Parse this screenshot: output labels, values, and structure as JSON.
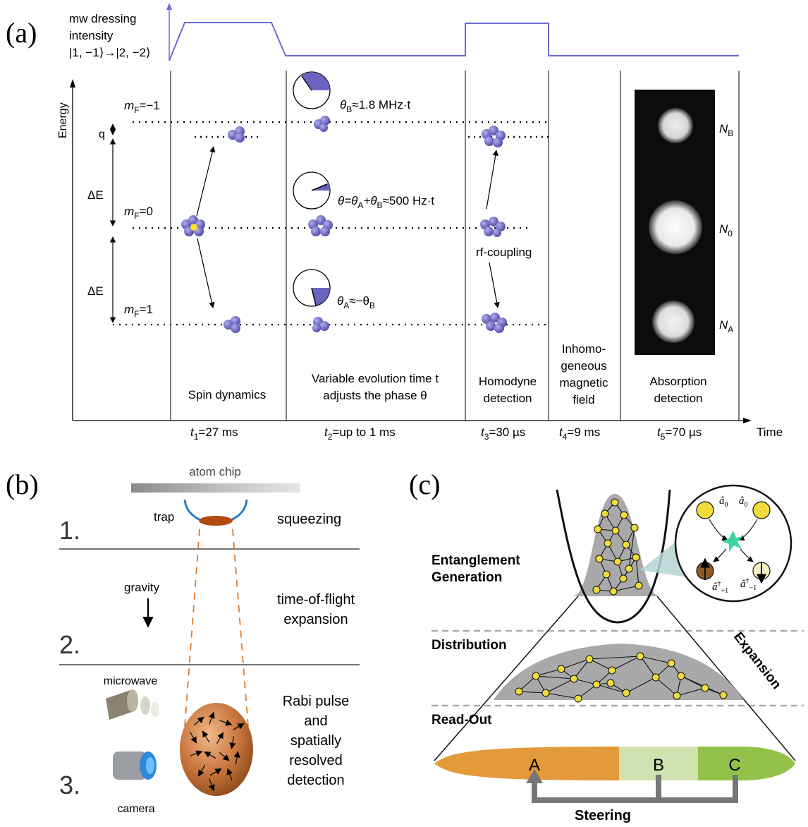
{
  "panel_a": {
    "label": "(a)",
    "mw_label": [
      "mw dressing",
      "intensity",
      "|1, −1⟩→|2, −2⟩"
    ],
    "energy_axis": "Energy",
    "time_axis": "Time",
    "levels": {
      "m_minus1": "m",
      "m_minus1_sub": "F",
      "m_minus1_tail": "=−1",
      "m_zero_tail": "=0",
      "m_plus1_tail": "=1"
    },
    "q": "q",
    "deltaE": "ΔE",
    "theta_B": "θ",
    "theta_B_sub": "B",
    "theta_B_tail": "≈1.8 MHz·t",
    "theta_sum_a": "θ=θ",
    "theta_sum_b": "+θ",
    "theta_sum_tail": "≈500 Hz·t",
    "theta_A_tail": "≈−θ",
    "sub_A": "A",
    "sub_B": "B",
    "rf_coupling": "rf-coupling",
    "stage_labels": {
      "spin": "Spin dynamics",
      "evol1": "Variable evolution time t",
      "evol2": "adjusts the phase θ",
      "homo1": "Homodyne",
      "homo2": "detection",
      "inhomo1": "Inhomo-",
      "inhomo2": "geneous",
      "inhomo3": "magnetic",
      "inhomo4": "field",
      "abs1": "Absorption",
      "abs2": "detection"
    },
    "times": {
      "t1": "t",
      "t1_sub": "1",
      "t1_tail": "=27 ms",
      "t2_sub": "2",
      "t2_tail": "=up to 1 ms",
      "t3_sub": "3",
      "t3_tail": "=30 µs",
      "t4_sub": "4",
      "t4_tail": "=9 ms",
      "t5_sub": "5",
      "t5_tail": "=70 µs"
    },
    "N_labels": {
      "N": "N",
      "B": "B",
      "zero": "0",
      "A": "A"
    }
  },
  "panel_b": {
    "label": "(b)",
    "atom_chip": "atom chip",
    "trap": "trap",
    "squeezing": "squeezing",
    "step1": "1.",
    "step2": "2.",
    "step3": "3.",
    "gravity": "gravity",
    "tof1": "time-of-flight",
    "tof2": "expansion",
    "microwave": "microwave",
    "camera": "camera",
    "rabi1": "Rabi pulse",
    "rabi2": "and",
    "rabi3": "spatially",
    "rabi4": "resolved",
    "rabi5": "detection"
  },
  "panel_c": {
    "label": "(c)",
    "ent1": "Entanglement",
    "ent2": "Generation",
    "distribution": "Distribution",
    "readout": "Read-Out",
    "expansion": "Expansion",
    "steering": "Steering",
    "A": "A",
    "B": "B",
    "C": "C",
    "a0": "â",
    "a0_sub": "0",
    "adag": "â",
    "adag_sup": "†",
    "sub_p1": "+1",
    "sub_m1": "−1"
  },
  "colors": {
    "mw_line": "#6a6ad8",
    "atom": "#6a64c0",
    "orange": "#e39a3a",
    "lightgreen": "#cfe2b0",
    "green": "#93c24a",
    "yellow": "#f2dc3b"
  }
}
